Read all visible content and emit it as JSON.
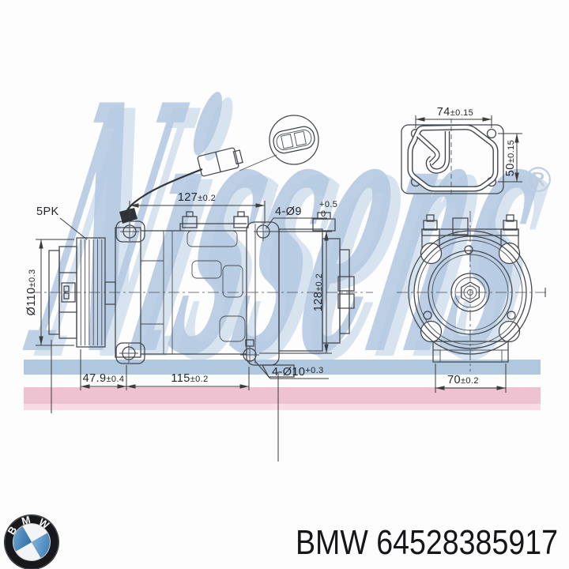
{
  "page": {
    "background": "#fdfdfe"
  },
  "watermark": {
    "brand": "Nissens",
    "registered_mark": "®",
    "color_main": "#b4c9e2",
    "color_light": "#d8e3f0"
  },
  "decor_bands": {
    "blue": "#b0c7e0",
    "pink": "#eec2d1",
    "pink_light": "#f7dbe5"
  },
  "drawing": {
    "line_color": "#41454b",
    "side_view": {
      "belt_label": "5PK",
      "pulley_diameter": {
        "value": "Ø110",
        "tol": "±0.3"
      },
      "top_hole_pitch": {
        "value": "127",
        "tol": "±0.2"
      },
      "top_holes": {
        "prefix": "4-Ø9",
        "tol_upper": "+0.5",
        "tol_lower": "0"
      },
      "body_height": {
        "value": "128",
        "tol": "±0.2"
      },
      "pulley_offset": {
        "value": "47.9",
        "tol": "±0.4"
      },
      "bottom_hole_pitch": {
        "value": "115",
        "tol": "±0.2"
      },
      "bottom_holes": {
        "prefix": "4-Ø10",
        "tol": "+0.3"
      }
    },
    "gasket_view": {
      "width": {
        "value": "74",
        "tol": "±0.15"
      },
      "height": {
        "value": "50",
        "tol": "±0.15"
      }
    },
    "front_view": {
      "foot_width": {
        "value": "70",
        "tol": "±0.2"
      }
    }
  },
  "footer": {
    "brand": "BMW",
    "part_number": "64528385917",
    "display": "BMW 64528385917",
    "logo_letters": [
      "B",
      "M",
      "W"
    ],
    "logo_blue_dark": "#2f6ea6",
    "logo_blue_light": "#7db2dc"
  }
}
